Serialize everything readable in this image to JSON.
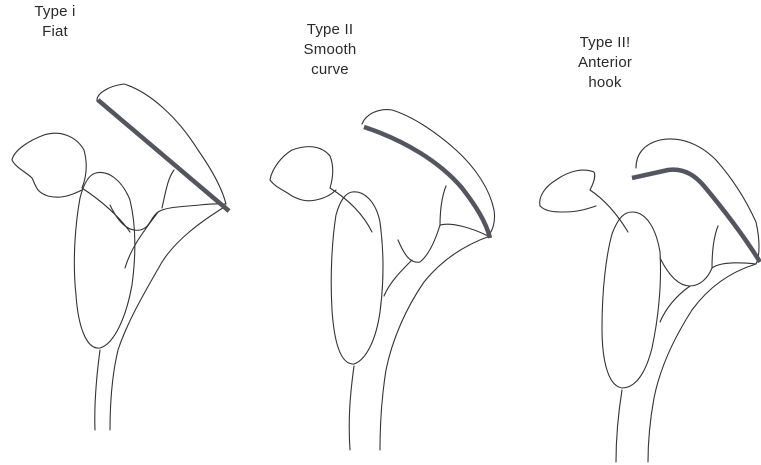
{
  "types": [
    {
      "label_line1": "Type i",
      "label_line2": "Fiat",
      "label_line3": ""
    },
    {
      "label_line1": "Type II",
      "label_line2": "Smooth",
      "label_line3": "curve"
    },
    {
      "label_line1": "Type II!",
      "label_line2": "Anterior",
      "label_line3": "hook"
    }
  ],
  "colors": {
    "outline": "#333333",
    "acromion_line": "#555560",
    "background": "#ffffff"
  }
}
